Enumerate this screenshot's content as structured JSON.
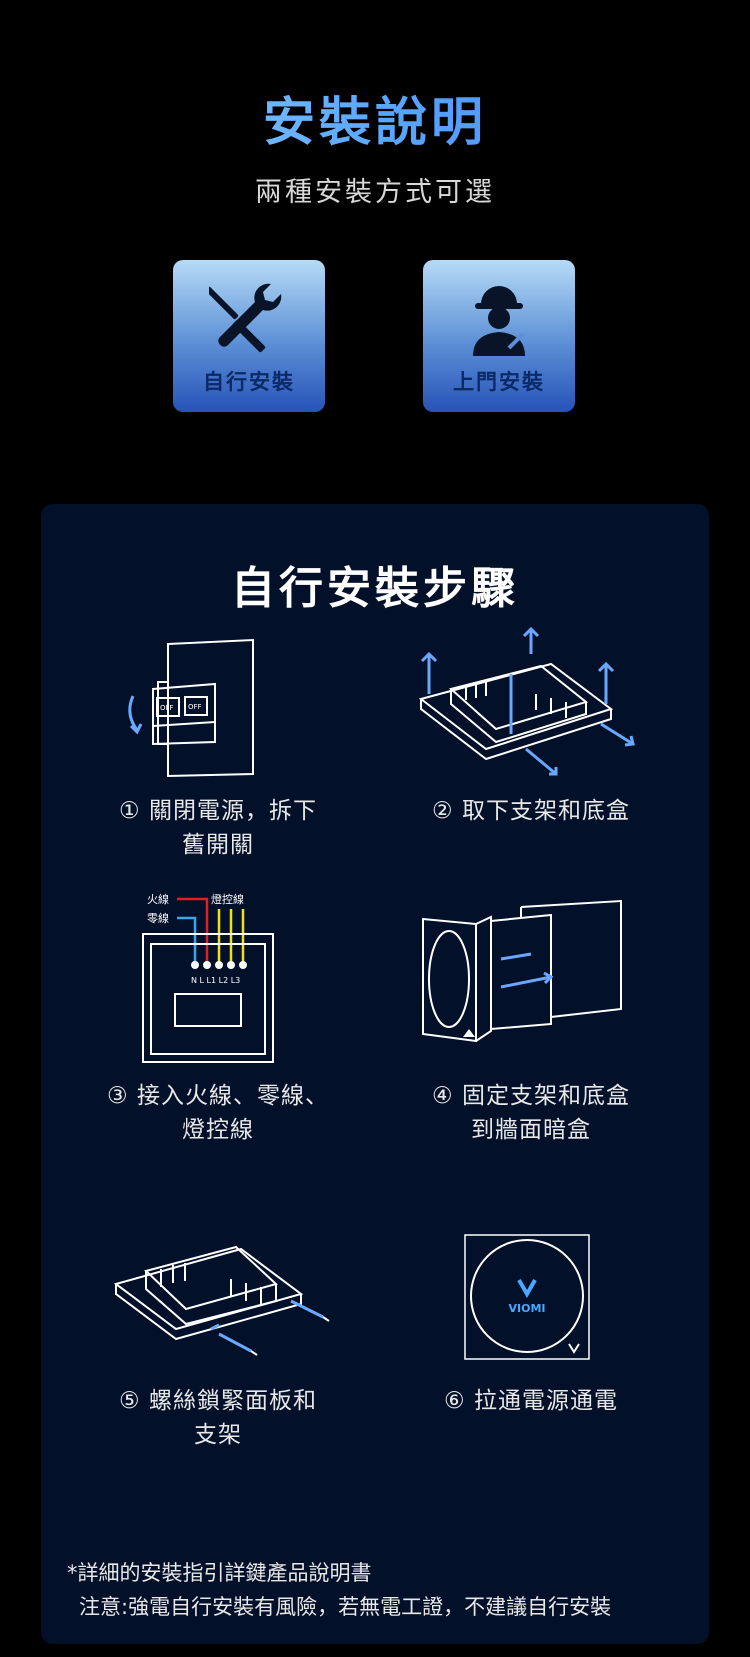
{
  "header": {
    "title": "安裝說明",
    "subtitle": "兩種安裝方式可選"
  },
  "options": [
    {
      "label": "自行安裝",
      "icon": "tools-icon"
    },
    {
      "label": "上門安裝",
      "icon": "technician-icon"
    }
  ],
  "panel": {
    "title": "自行安裝步驟",
    "steps": [
      {
        "line1": "① 關閉電源，拆下",
        "line2": "舊開關"
      },
      {
        "line1": "② 取下支架和底盒",
        "line2": ""
      },
      {
        "line1": "③ 接入火線、零線、",
        "line2": "燈控線"
      },
      {
        "line1": "④ 固定支架和底盒",
        "line2": "到牆面暗盒"
      },
      {
        "line1": "⑤ 螺絲鎖緊面板和",
        "line2": "支架"
      },
      {
        "line1": "⑥ 拉通電源通電",
        "line2": ""
      }
    ],
    "diagram_labels": {
      "live": "火線",
      "neutral": "零線",
      "light_control": "燈控線",
      "terminals": "N  L  L1 L2 L3",
      "breaker_off_1": "OFF",
      "breaker_off_2": "OFF",
      "brand": "VIOMI"
    },
    "notes": {
      "line1": "*詳細的安裝指引詳鍵產品說明書",
      "line2": "注意:強電自行安裝有風險，若無電工證，不建議自行安裝"
    }
  },
  "colors": {
    "background": "#000000",
    "panel": "#031029",
    "accent_blue": "#5aa8ff",
    "live_wire": "#e02020",
    "neutral_wire": "#3aa8e8",
    "control_wire": "#f0e020"
  }
}
